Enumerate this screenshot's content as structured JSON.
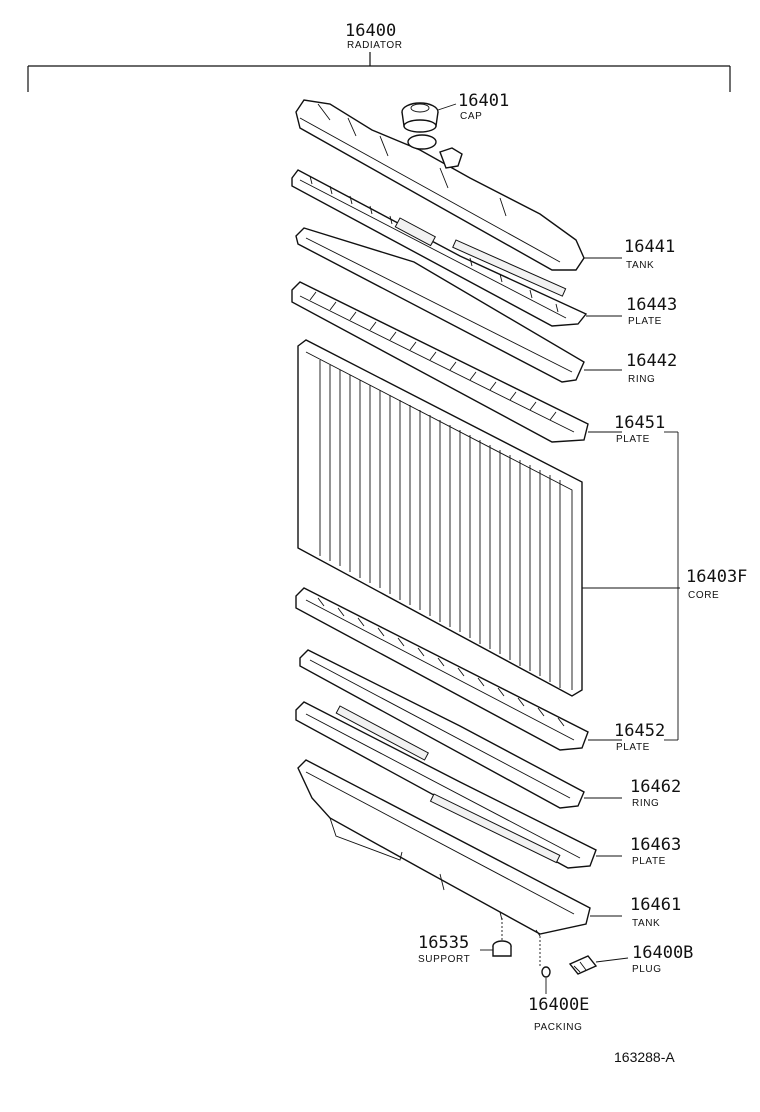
{
  "assembly": {
    "number": "16400",
    "name": "RADIATOR"
  },
  "parts": {
    "cap": {
      "number": "16401",
      "name": "CAP"
    },
    "upper_tank": {
      "number": "16441",
      "name": "TANK"
    },
    "upper_plate": {
      "number": "16443",
      "name": "PLATE"
    },
    "upper_ring": {
      "number": "16442",
      "name": "RING"
    },
    "core_upper_plate": {
      "number": "16451",
      "name": "PLATE"
    },
    "core": {
      "number": "16403F",
      "name": "CORE"
    },
    "core_lower_plate": {
      "number": "16452",
      "name": "PLATE"
    },
    "lower_ring": {
      "number": "16462",
      "name": "RING"
    },
    "lower_plate": {
      "number": "16463",
      "name": "PLATE"
    },
    "lower_tank": {
      "number": "16461",
      "name": "TANK"
    },
    "support": {
      "number": "16535",
      "name": "SUPPORT"
    },
    "plug": {
      "number": "16400B",
      "name": "PLUG"
    },
    "packing": {
      "number": "16400E",
      "name": "PACKING"
    }
  },
  "diagram_ref": "163288-A"
}
